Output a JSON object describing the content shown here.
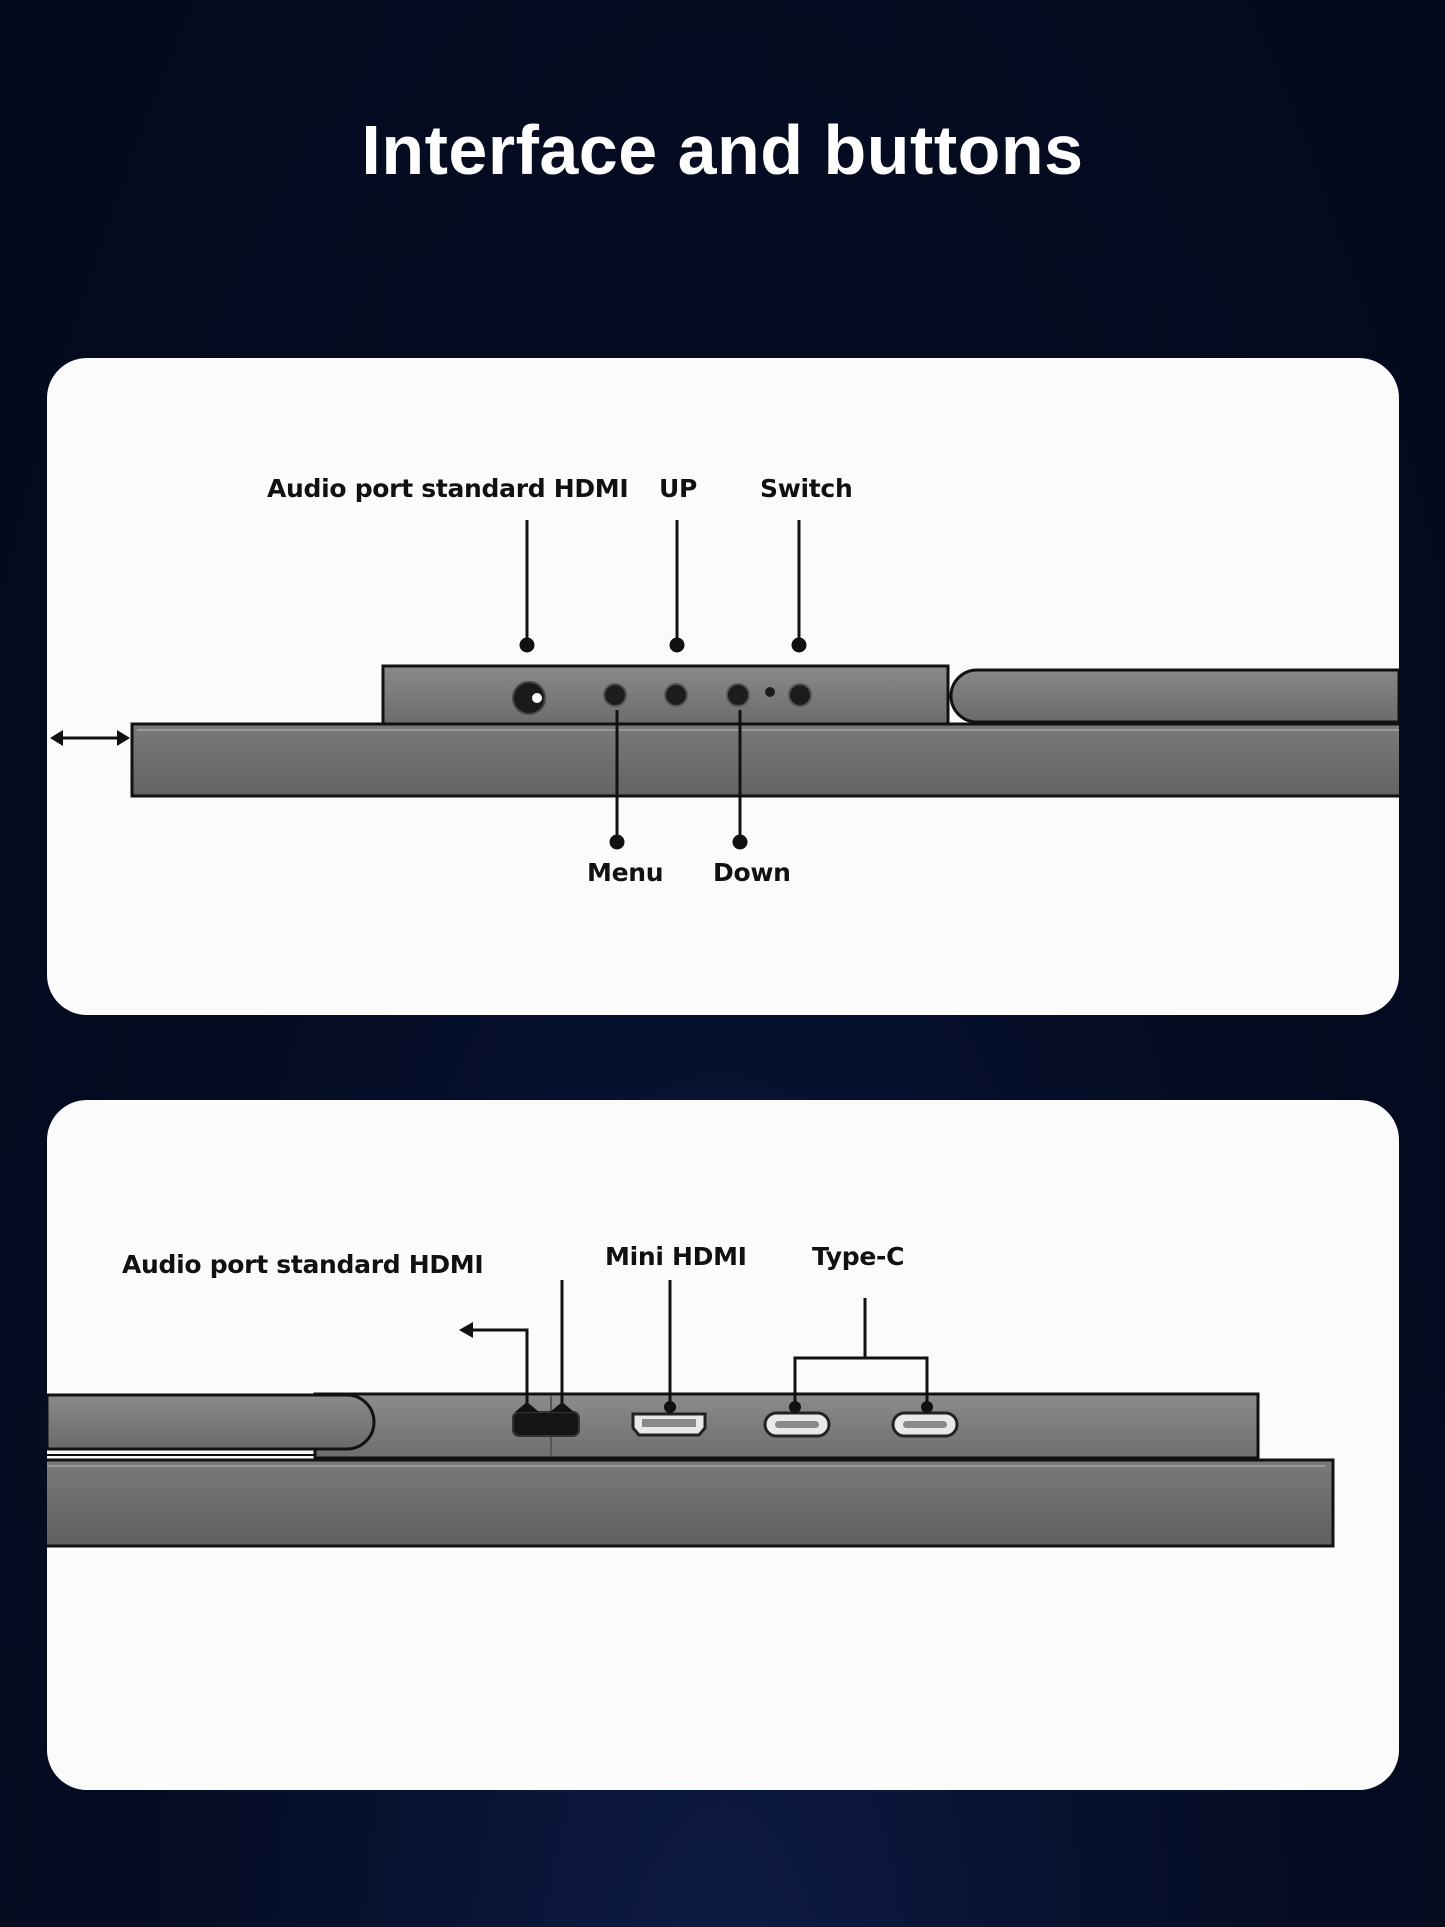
{
  "title": "Interface and buttons",
  "colors": {
    "background": "#050c22",
    "panel": "#fbfbfb",
    "device": "#6a6a6a",
    "device_edge": "#111111",
    "label": "#111111"
  },
  "top_panel": {
    "labels": {
      "audio_port": "Audio port standard HDMI",
      "up": "UP",
      "switch": "Switch",
      "menu": "Menu",
      "down": "Down"
    }
  },
  "bottom_panel": {
    "labels": {
      "audio_port": "Audio port standard HDMI",
      "mini_hdmi": "Mini HDMI",
      "type_c": "Type-C"
    }
  }
}
